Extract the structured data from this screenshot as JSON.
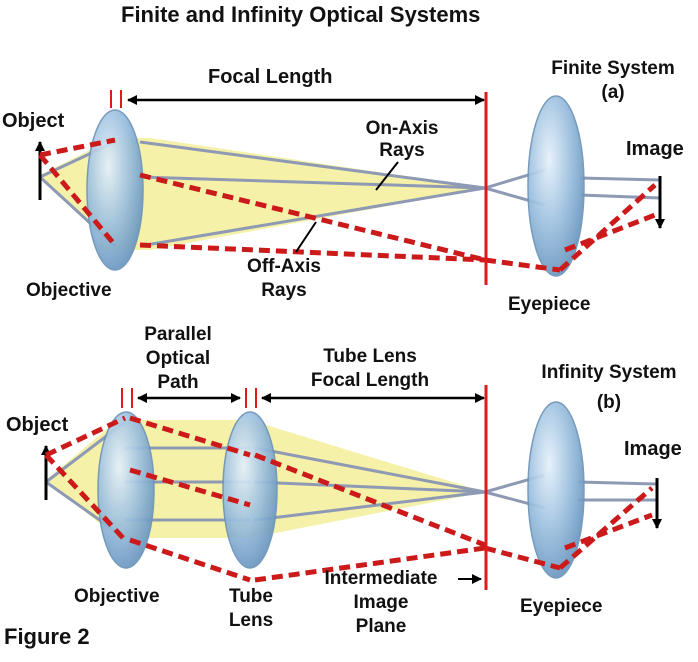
{
  "title": "Finite and Infinity Optical Systems",
  "figure_label": "Figure 2",
  "finite": {
    "focal_length": "Focal Length",
    "system_name": "Finite System",
    "system_tag": "(a)",
    "object": "Object",
    "image": "Image",
    "objective": "Objective",
    "eyepiece": "Eyepiece",
    "on_axis_1": "On-Axis",
    "on_axis_2": "Rays",
    "off_axis_1": "Off-Axis",
    "off_axis_2": "Rays"
  },
  "infinity": {
    "parallel_1": "Parallel",
    "parallel_2": "Optical",
    "parallel_3": "Path",
    "tube_focal_1": "Tube Lens",
    "tube_focal_2": "Focal Length",
    "system_name": "Infinity System",
    "system_tag": "(b)",
    "object": "Object",
    "image": "Image",
    "objective": "Objective",
    "tube_lens_1": "Tube",
    "tube_lens_2": "Lens",
    "intermediate_1": "Intermediate",
    "intermediate_2": "Image",
    "intermediate_3": "Plane",
    "eyepiece": "Eyepiece"
  },
  "colors": {
    "lens": "#8fb6d8",
    "ray_cone": "#f4f0a0",
    "off_axis_ray": "#cc1a1a",
    "focal_plane": "#e01a1a",
    "on_axis_ray": "#9aa6be"
  }
}
